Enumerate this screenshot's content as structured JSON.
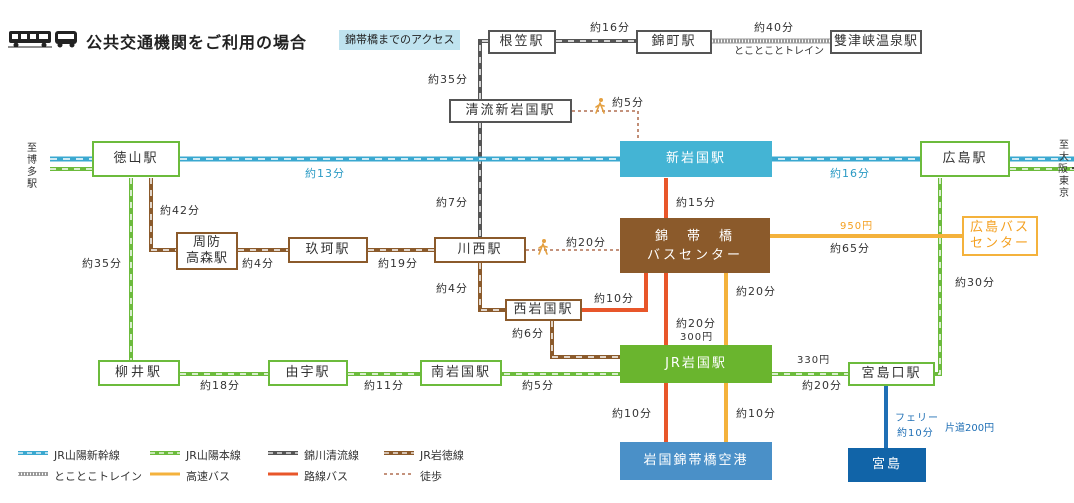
{
  "header": {
    "title": "公共交通機関をご利用の場合",
    "badge": "錦帯橋までのアクセス"
  },
  "colors": {
    "shinkansen": "#3aa8d0",
    "sanyo": "#6cbb3c",
    "nishikigawa": "#555555",
    "gantoku": "#8b5a2b",
    "tokotoko": "#999999",
    "express_bus": "#f4b23c",
    "route_bus": "#e8562a",
    "walk": "#a0522d",
    "ferry": "#1f6fb5",
    "bus_center": "#8b5a2b",
    "jr_iwakuni": "#6ab52e",
    "shin_iwakuni": "#44b4d4",
    "airport": "#4a90c8",
    "miyajima": "#1164a8"
  },
  "stations": {
    "nekasa": "根笠駅",
    "nishikicho": "錦町駅",
    "futatsuno": "雙津峡温泉駅",
    "seiryu": "清流新岩国駅",
    "tokuyama": "徳山駅",
    "shin_iwakuni": "新岩国駅",
    "hiroshima": "広島駅",
    "suo_line1": "周防",
    "suo_line2": "高森駅",
    "kuga": "玖珂駅",
    "kawanishi": "川西駅",
    "bus_center_line1": "錦　帯　橋",
    "bus_center_line2": "バスセンター",
    "hiroshima_bc_line1": "広島バス",
    "hiroshima_bc_line2": "センター",
    "nishi_iwakuni": "西岩国駅",
    "yanai": "柳井駅",
    "yu": "由宇駅",
    "minami_iwakuni": "南岩国駅",
    "jr_iwakuni": "JR岩国駅",
    "miyajimaguchi": "宮島口駅",
    "airport": "岩国錦帯橋空港",
    "miyajima": "宮島"
  },
  "labels": {
    "nekasa_nishiki": "約16分",
    "nishiki_futatsuno": "約40分",
    "tokotoko_train": "とことことトレイン",
    "seiryu_nekasa": "約35分",
    "walk_seiryu": "約5分",
    "tokuyama_shin": "約13分",
    "shin_hiroshima": "約16分",
    "shin_buscenter": "約15分",
    "tokuyama_suo": "約42分",
    "seiryu_kawanishi": "約7分",
    "fare_950": "950円",
    "bc_hiroshima": "約65分",
    "sanyo_west": "約35分",
    "suo_kuga": "約4分",
    "kuga_kawanishi": "約19分",
    "walk_kawanishi": "約20分",
    "express_bus_jr": "約20分",
    "hiroshima_miyajimaguchi": "約30分",
    "kawanishi_nishi": "約4分",
    "nishi_buscenter": "約10分",
    "bc_jr_route": "約20分",
    "fare_300": "300円",
    "nishi_jr": "約6分",
    "fare_330": "330円",
    "yanai_yu": "約18分",
    "yu_minami": "約11分",
    "minami_jr": "約5分",
    "jr_miyajimaguchi": "約20分",
    "jr_airport_route": "約10分",
    "jr_airport_express": "約10分",
    "ferry_line1": "フェリー",
    "ferry_line2": "約10分",
    "ferry_fare": "片道200円",
    "left_dest": "至博多駅",
    "right_dest": "至大阪・東京"
  },
  "legend": [
    {
      "label": "JR山陽新幹線"
    },
    {
      "label": "JR山陽本線"
    },
    {
      "label": "錦川清流線"
    },
    {
      "label": "JR岩徳線"
    },
    {
      "label": "とことこトレイン"
    },
    {
      "label": "高速バス"
    },
    {
      "label": "路線バス"
    },
    {
      "label": "徒歩"
    }
  ],
  "icons": {
    "transport": "train-bus-icon",
    "walker": "walker-icon"
  }
}
